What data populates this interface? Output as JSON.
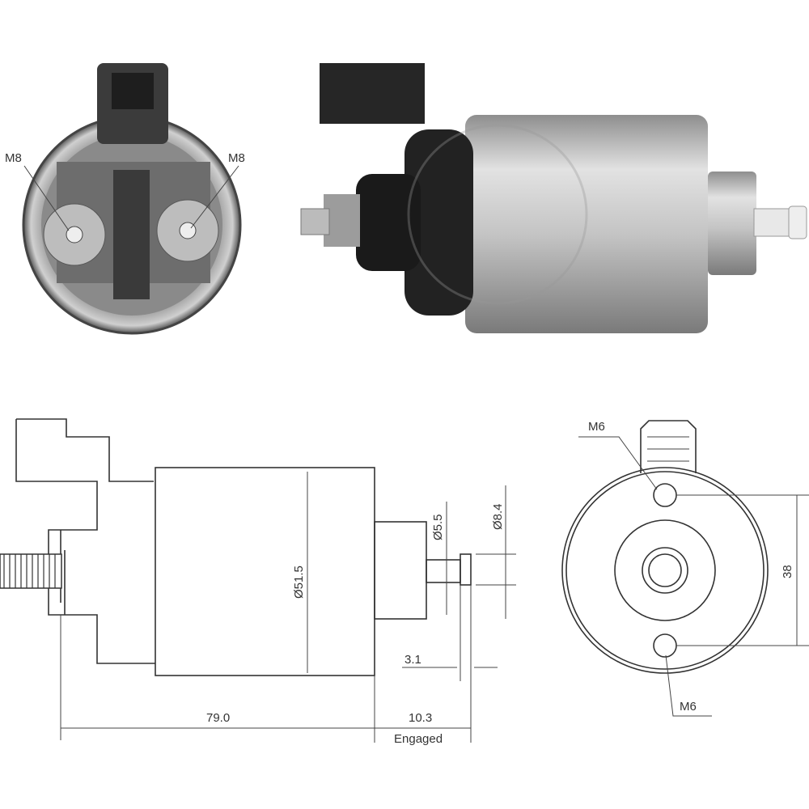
{
  "photo_end_view": {
    "terminal_left_label": "M8",
    "terminal_right_label": "M8"
  },
  "drawing_side_view": {
    "body_diameter": "Ø51.5",
    "plunger_diameter": "Ø5.5",
    "plunger_head_diameter": "Ø8.4",
    "head_thickness": "3.1",
    "body_length": "79.0",
    "travel": "10.3",
    "travel_note": "Engaged"
  },
  "drawing_end_view": {
    "top_hole_label": "M6",
    "bottom_hole_label": "M6",
    "hole_spacing": "38"
  },
  "colors": {
    "metal": "#b8b8b8",
    "dark": "#2a2a2a",
    "line": "#333333"
  }
}
